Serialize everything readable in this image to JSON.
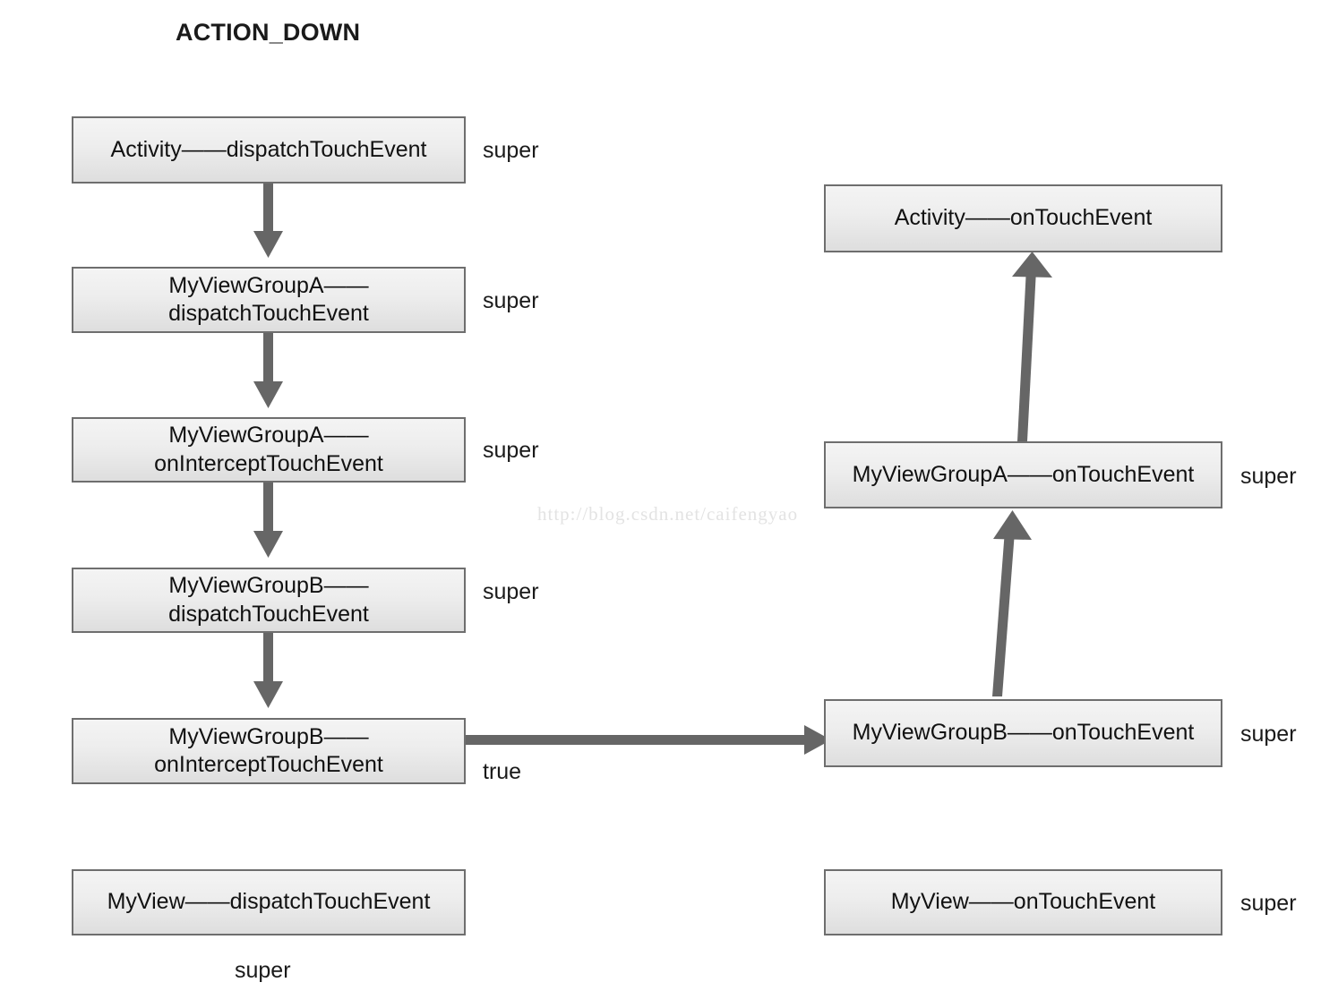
{
  "title": "ACTION_DOWN",
  "watermark": "http://blog.csdn.net/caifengyao",
  "colors": {
    "box_border": "#6e6e6e",
    "box_fill_top": "#f4f4f4",
    "box_fill_bottom": "#dedede",
    "arrow": "#666666",
    "text": "#111111",
    "watermark": "#e3e3e3",
    "background": "#ffffff"
  },
  "left_column": {
    "nodes": [
      {
        "id": "activity-dispatch",
        "lines": [
          "Activity——dispatchTouchEvent"
        ],
        "side_label": "super"
      },
      {
        "id": "viewgroupa-dispatch",
        "lines": [
          "MyViewGroupA——",
          "dispatchTouchEvent"
        ],
        "side_label": "super"
      },
      {
        "id": "viewgroupa-onintercept",
        "lines": [
          "MyViewGroupA——",
          "onInterceptTouchEvent"
        ],
        "side_label": "super"
      },
      {
        "id": "viewgroupb-dispatch",
        "lines": [
          "MyViewGroupB——",
          "dispatchTouchEvent"
        ],
        "side_label": "super"
      },
      {
        "id": "viewgroupb-onintercept",
        "lines": [
          "MyViewGroupB——",
          "onInterceptTouchEvent"
        ],
        "side_label": "true"
      },
      {
        "id": "myview-dispatch",
        "lines": [
          "MyView——dispatchTouchEvent"
        ],
        "side_label": "super"
      }
    ]
  },
  "right_column": {
    "nodes": [
      {
        "id": "activity-ontouch",
        "lines": [
          "Activity——onTouchEvent"
        ],
        "side_label": ""
      },
      {
        "id": "viewgroupa-ontouch",
        "lines": [
          "MyViewGroupA——onTouchEvent"
        ],
        "side_label": "super"
      },
      {
        "id": "viewgroupb-ontouch",
        "lines": [
          "MyViewGroupB——onTouchEvent"
        ],
        "side_label": "super"
      },
      {
        "id": "myview-ontouch",
        "lines": [
          "MyView——onTouchEvent"
        ],
        "side_label": "super"
      }
    ]
  },
  "edges": [
    {
      "id": "edge-activity-to-vga-dispatch",
      "direction": "down",
      "label": ""
    },
    {
      "id": "edge-vga-dispatch-to-vga-onintercept",
      "direction": "down",
      "label": ""
    },
    {
      "id": "edge-vga-onintercept-to-vgb-dispatch",
      "direction": "down",
      "label": ""
    },
    {
      "id": "edge-vgb-dispatch-to-vgb-onintercept",
      "direction": "down",
      "label": ""
    },
    {
      "id": "edge-vgb-onintercept-to-vgb-ontouch",
      "direction": "right",
      "label": "true"
    },
    {
      "id": "edge-vgb-ontouch-to-vga-ontouch",
      "direction": "up",
      "label": ""
    },
    {
      "id": "edge-vga-ontouch-to-activity-ontouch",
      "direction": "up",
      "label": ""
    }
  ],
  "labels": {
    "super": "super",
    "true": "true",
    "bottom_left_super": "super"
  }
}
